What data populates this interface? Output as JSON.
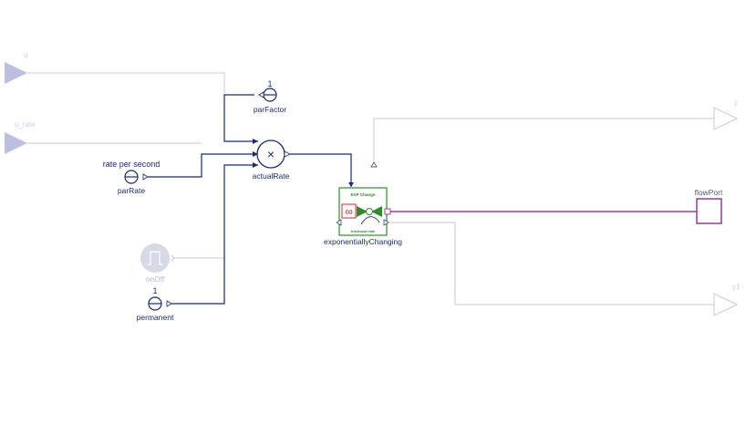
{
  "diagram": {
    "inputs": {
      "u": "u",
      "u_rate": "u_rate"
    },
    "outputs": {
      "y": "y",
      "y1": "y1",
      "flowPort": "flowPort"
    },
    "blocks": {
      "parFactor": {
        "name": "parFactor",
        "value": "1"
      },
      "parRate": {
        "name": "parRate",
        "title": "rate per second"
      },
      "actualRate": {
        "name": "actualRate",
        "symbol": "×"
      },
      "onOff": {
        "name": "onOff"
      },
      "permanent": {
        "name": "permanent",
        "value": "1"
      },
      "exponentiallyChanging": {
        "name": "exponentiallyChanging",
        "header": "EXP Change",
        "footer": "fractional rate",
        "infinity": "∞"
      }
    },
    "colors": {
      "signal": "#1c2a6e",
      "signal_faint": "#c5c9e3",
      "port_faint": "#bcbfe0",
      "flow": "#8a1a8a",
      "block_green": "#2e8b2e",
      "block_red": "#d02a2a"
    }
  }
}
